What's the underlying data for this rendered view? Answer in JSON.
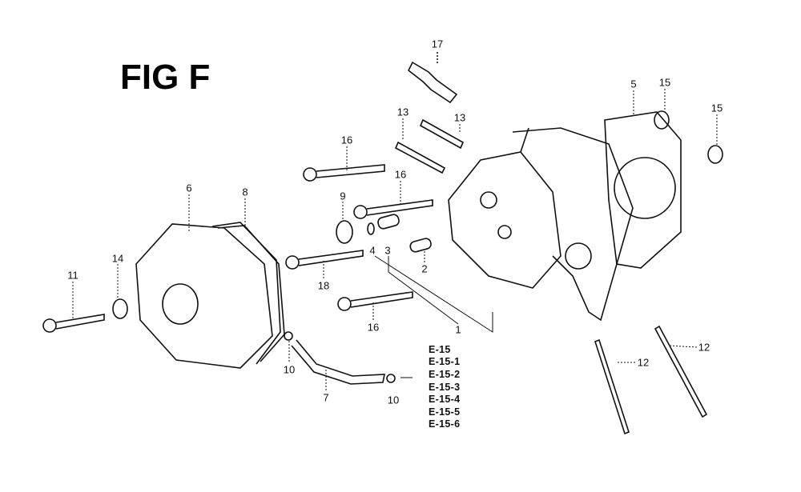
{
  "title": "FIG F",
  "callouts": [
    "17",
    "13",
    "13",
    "16",
    "5",
    "15",
    "15",
    "6",
    "8",
    "9",
    "16",
    "4",
    "3",
    "2",
    "11",
    "14",
    "18",
    "16",
    "1",
    "12",
    "12",
    "10",
    "7",
    "10"
  ],
  "references": [
    "E-15",
    "E-15-1",
    "E-15-2",
    "E-15-3",
    "E-15-4",
    "E-15-5",
    "E-15-6"
  ]
}
